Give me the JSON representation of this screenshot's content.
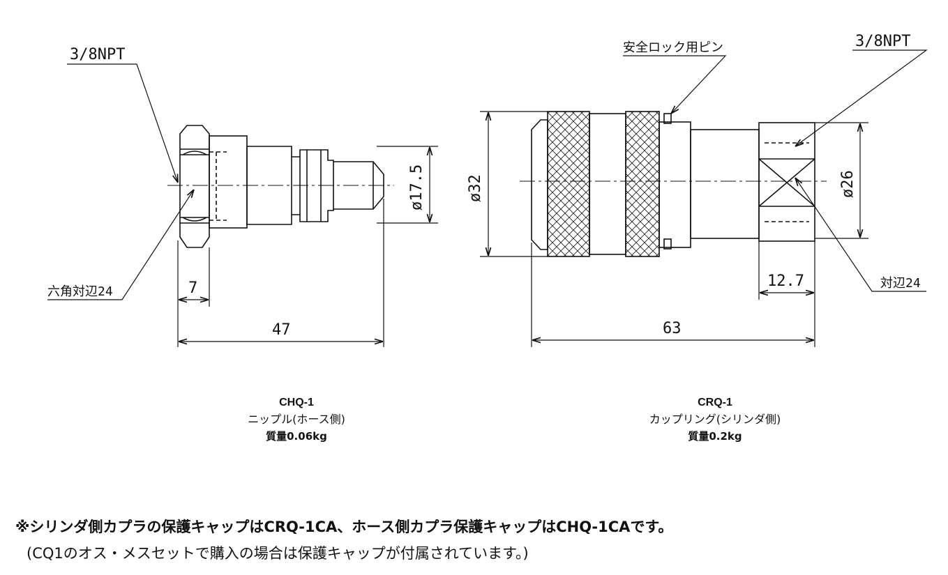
{
  "nipple": {
    "thread_label": "3/8NPT",
    "hex_label": "六角対辺24",
    "dim_hex_width": "7",
    "dim_length": "47",
    "dim_diameter": "ø17.5",
    "model": "CHQ-1",
    "description": "ニップル(ホース側)",
    "mass": "質量0.06kg"
  },
  "coupling": {
    "pin_label": "安全ロック用ピン",
    "thread_label": "3/8NPT",
    "across_flats_label": "対辺24",
    "dim_diameter_body": "ø32",
    "dim_diameter_end": "ø26",
    "dim_end_width": "12.7",
    "dim_length": "63",
    "model": "CRQ-1",
    "description": "カップリング(シリンダ側)",
    "mass": "質量0.2kg"
  },
  "notes": {
    "line1_a": "※シリンダ側カプラの保護キャップは",
    "line1_b": "CRQ-1CA",
    "line1_c": "、ホース側カプラ保護キャップは",
    "line1_d": "CHQ-1CA",
    "line1_e": "です。",
    "line2": "(CQ1のオス・メスセットで購入の場合は保護キャップが付属されています。)"
  }
}
